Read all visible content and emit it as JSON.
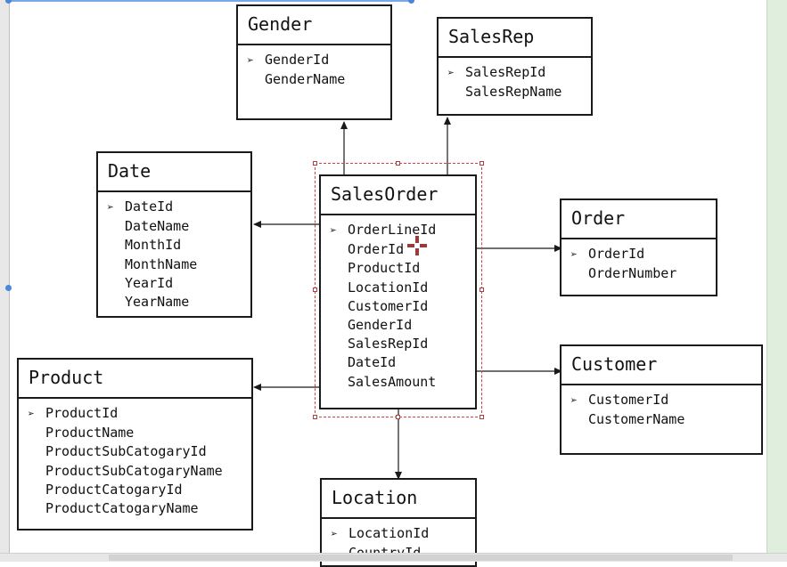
{
  "entities": {
    "gender": {
      "title": "Gender",
      "fields": [
        "GenderId",
        "GenderName"
      ]
    },
    "salesrep": {
      "title": "SalesRep",
      "fields": [
        "SalesRepId",
        "SalesRepName"
      ]
    },
    "date": {
      "title": "Date",
      "fields": [
        "DateId",
        "DateName",
        "MonthId",
        "MonthName",
        "YearId",
        "YearName"
      ]
    },
    "salesorder": {
      "title": "SalesOrder",
      "fields": [
        "OrderLineId",
        "OrderId",
        "ProductId",
        "LocationId",
        "CustomerId",
        "GenderId",
        "SalesRepId",
        "DateId",
        "SalesAmount"
      ]
    },
    "order": {
      "title": "Order",
      "fields": [
        "OrderId",
        "OrderNumber"
      ]
    },
    "customer": {
      "title": "Customer",
      "fields": [
        "CustomerId",
        "CustomerName"
      ]
    },
    "product": {
      "title": "Product",
      "fields": [
        "ProductId",
        "ProductName",
        "ProductSubCatogaryId",
        "ProductSubCatogaryName",
        "ProductCatogaryId",
        "ProductCatogaryName"
      ]
    },
    "location": {
      "title": "Location",
      "fields": [
        "LocationId",
        "CountryId"
      ]
    }
  },
  "key_marker": "➢",
  "colors": {
    "border": "#1a1a1a",
    "selection": "#cc4444",
    "handle": "#4a86d9"
  }
}
